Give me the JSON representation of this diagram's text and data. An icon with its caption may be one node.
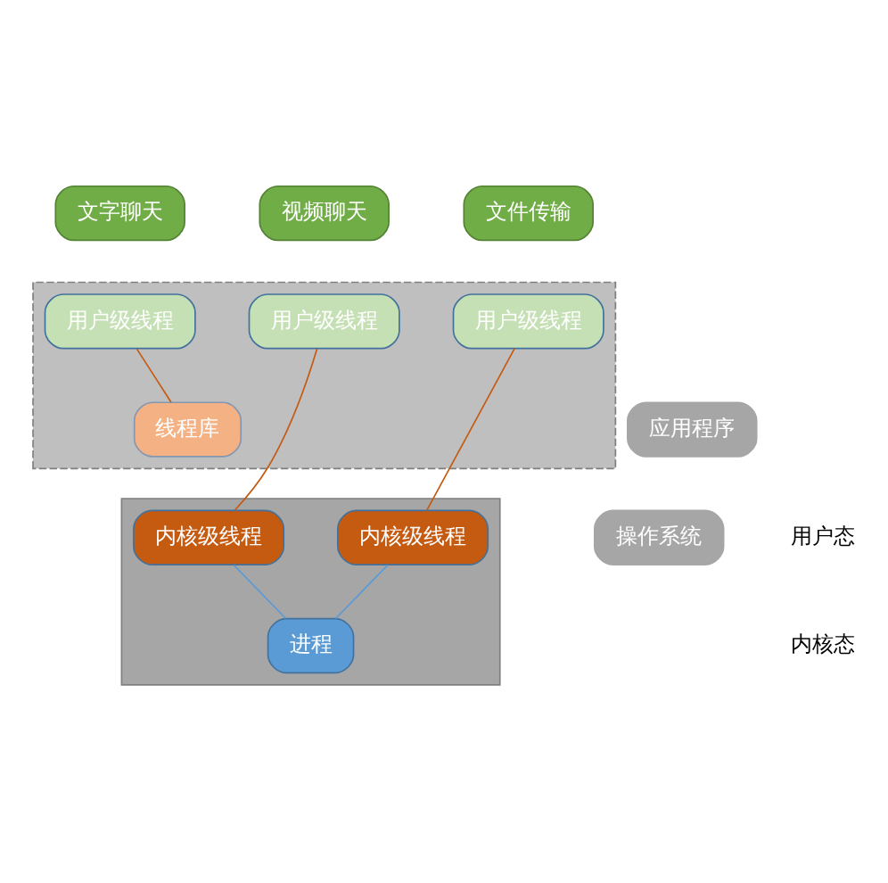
{
  "diagram": {
    "nodes": [
      {
        "text": [],
        "shape": "box"
      },
      {
        "text": [
          "视频聊天"
        ]
      },
      {
        "text": [
          "文字聊天"
        ]
      },
      {
        "text": [
          "文件传输"
        ]
      },
      {
        "text": [
          "用户级线程"
        ],
        "in": 0
      },
      {
        "text": [
          "用户级线程"
        ],
        "in": 0
      },
      {
        "text": [
          "用户级线程"
        ],
        "in": 0
      },
      {
        "text": [
          "线程库"
        ],
        "in": 0
      },
      {
        "text": [
          "应用程序"
        ]
      },
      {
        "text": [],
        "shape": "box"
      },
      {
        "text": [
          "内核级线程"
        ],
        "in": 9
      },
      {
        "text": [
          "内核级线程"
        ],
        "in": 9
      },
      {
        "text": [
          "进程"
        ],
        "in": 9
      },
      {
        "text": [
          "操作系统"
        ]
      }
    ],
    "edges": [
      {
        "from": 4,
        "to": 11,
        "arrow": "none",
        "color": "#c55a11"
      },
      {
        "from": 5,
        "to": 7,
        "arrow": "none",
        "color": "#c55a11"
      },
      {
        "from": 6,
        "to": 10,
        "arrow": "none",
        "color": "#c55a11"
      },
      {
        "from": 10,
        "to": 12,
        "arrow": "none",
        "color": "#5b9bd5"
      },
      {
        "from": 11,
        "to": 12,
        "arrow": "none",
        "color": "#5b9bd5"
      }
    ],
    "labels": [
      "用户态",
      "内核态"
    ]
  }
}
